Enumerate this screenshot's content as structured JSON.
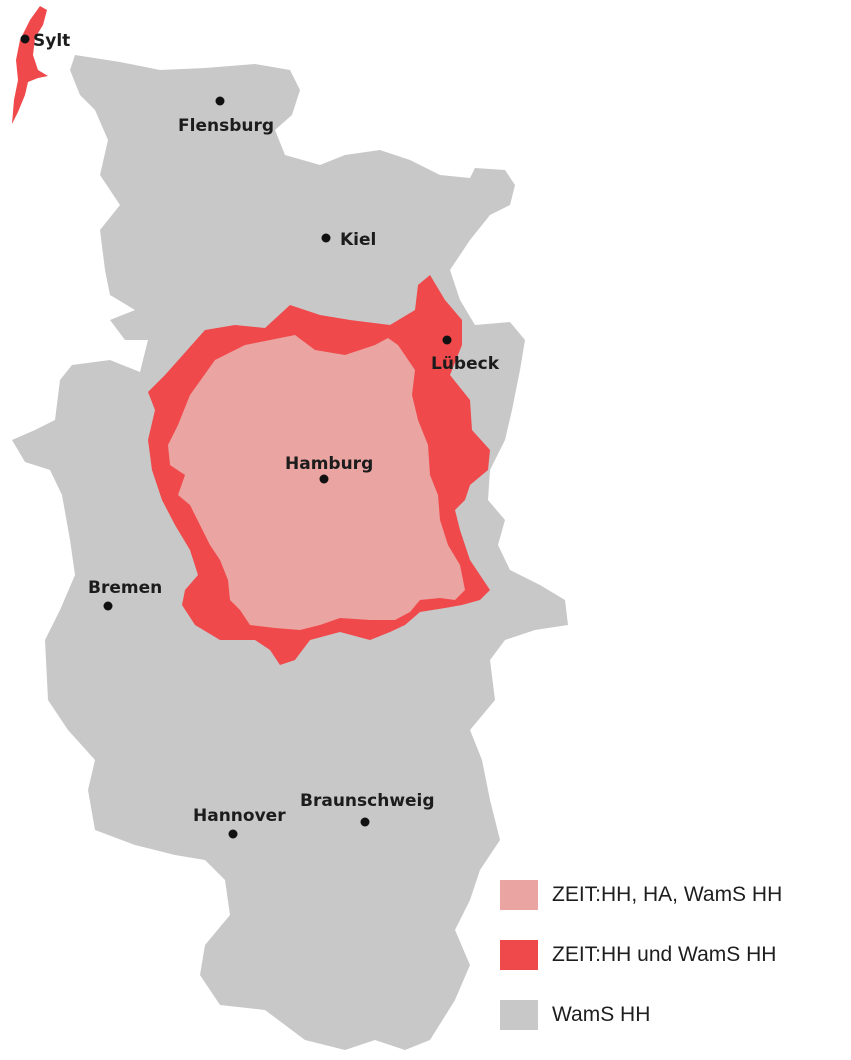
{
  "colors": {
    "background": "#ffffff",
    "wams_hh": "#c8c8c8",
    "zeit_und_wams": "#f0494b",
    "zeit_ha_wams": "#eaa4a2",
    "city_dot": "#111111"
  },
  "cities": {
    "sylt": "Sylt",
    "flensburg": "Flensburg",
    "kiel": "Kiel",
    "luebeck": "Lübeck",
    "hamburg": "Hamburg",
    "bremen": "Bremen",
    "hannover": "Hannover",
    "braunschweig": "Braunschweig"
  },
  "legend": {
    "items": [
      {
        "label": "ZEIT:HH, HA, WamS HH",
        "color": "#eaa4a2"
      },
      {
        "label": "ZEIT:HH und WamS HH",
        "color": "#f0494b"
      },
      {
        "label": "WamS HH",
        "color": "#c8c8c8"
      }
    ]
  }
}
